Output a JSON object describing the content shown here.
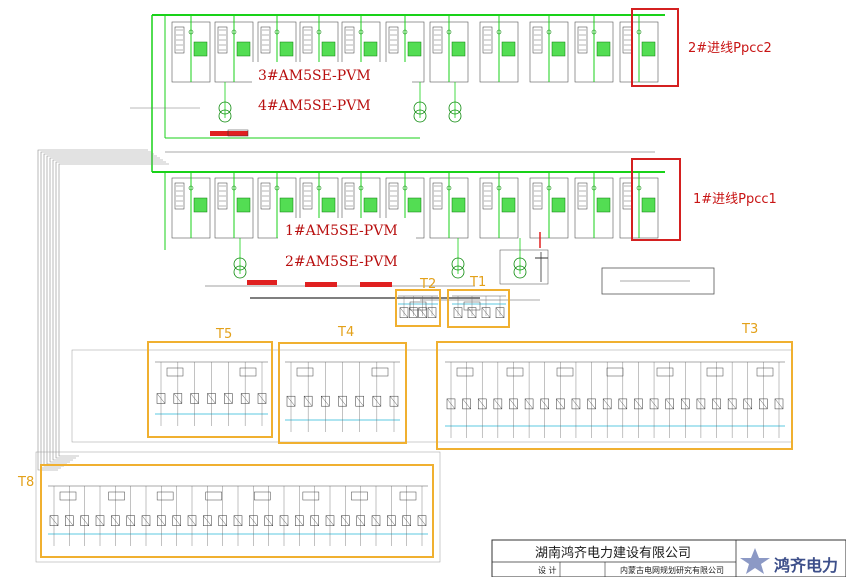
{
  "labels": {
    "ppcc2": "2#进线Ppcc2",
    "ppcc1": "1#进线Ppcc1",
    "inv3": "3#AM5SE-PVM",
    "inv4": "4#AM5SE-PVM",
    "inv1": "1#AM5SE-PVM",
    "inv2": "2#AM5SE-PVM",
    "t1": "T1",
    "t2": "T2",
    "t3": "T3",
    "t4": "T4",
    "t5": "T5",
    "t8": "T8"
  },
  "title_block": {
    "company": "湖南鸿齐电力建设有限公司",
    "design": "设 计",
    "sub": "内蒙古电网规划研究有限公司"
  },
  "logo": {
    "text": "鸿齐电力"
  },
  "colors": {
    "bus_green": "#19d219",
    "callout_red": "#d42020",
    "callout_orange": "#f0b030",
    "cyan": "#29b6d6",
    "wire_gray": "#8a8a8a"
  }
}
